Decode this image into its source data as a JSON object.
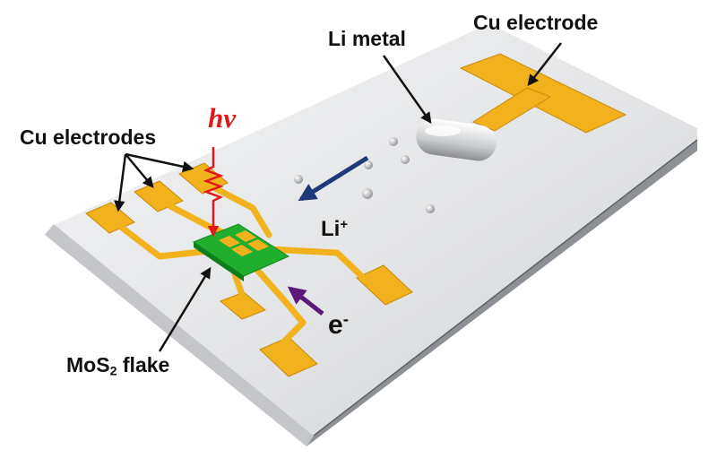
{
  "labels": {
    "cu_electrodes": "Cu electrodes",
    "li_metal": "Li metal",
    "cu_electrode": "Cu electrode",
    "li_ion": {
      "base": "Li",
      "sup": "+"
    },
    "electron": {
      "base": "e",
      "sup": "-"
    },
    "mos2": {
      "pre": "MoS",
      "sub": "2",
      "post": " flake"
    },
    "photon": "hν"
  },
  "colors": {
    "electrode": "#f2b21e",
    "flake": "#1fae2e",
    "substrate": "#e6e7e9",
    "photon": "#e01818",
    "li_arrow": "#1f3a78",
    "e_arrow": "#5a1a7a"
  }
}
